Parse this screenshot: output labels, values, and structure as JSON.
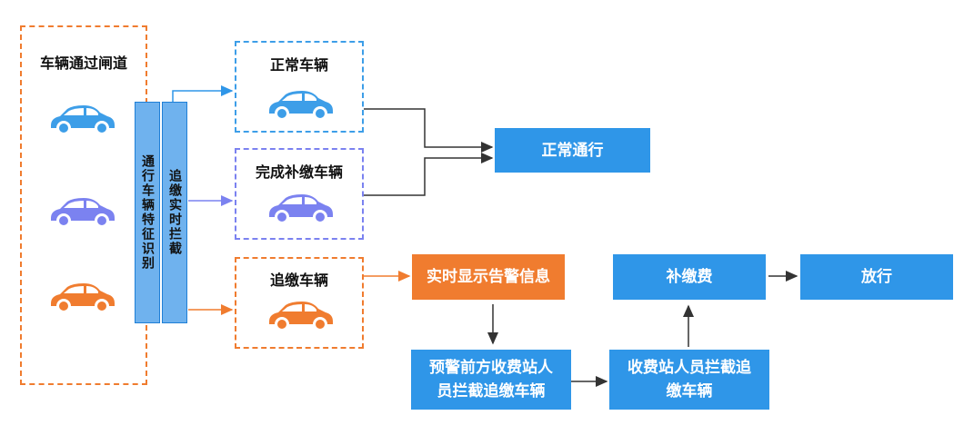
{
  "lane": {
    "title": "车辆通过闸道"
  },
  "bars": {
    "recognize": "通行车辆特征识别",
    "intercept": "追缴实时拦截"
  },
  "groups": {
    "normal": "正常车辆",
    "paid": "完成补缴车辆",
    "pursue": "追缴车辆"
  },
  "nodes": {
    "pass": "正常通行",
    "alert": "实时显示告警信息",
    "warn": "预警前方收费站人员拦截追缴车辆",
    "staff": "收费站人员拦截追缴车辆",
    "pay": "补缴费",
    "release": "放行"
  },
  "colors": {
    "blue_car": "#3d9ee8",
    "purple_car": "#7b82f0",
    "orange_car": "#f07c2f",
    "node_blue": "#2f96e8",
    "node_orange": "#f07c2f"
  },
  "icons": [
    "car-icon"
  ]
}
